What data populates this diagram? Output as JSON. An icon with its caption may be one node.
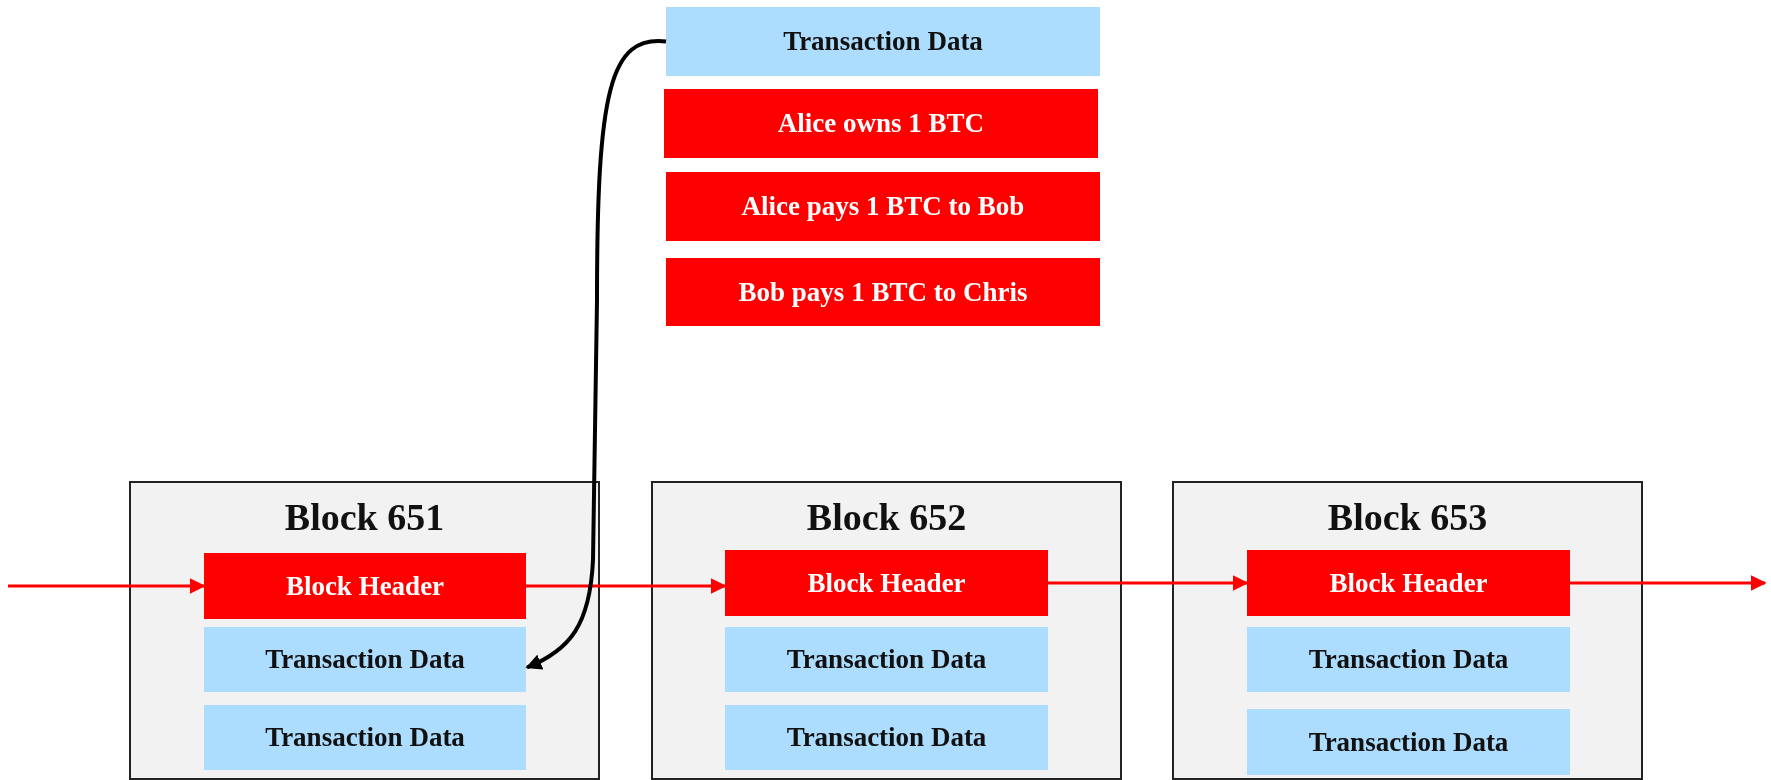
{
  "diagram": {
    "nodes": [
      {
        "text": [
          "Transaction Data"
        ]
      },
      {
        "text": [
          "Alice owns 1 BTC"
        ]
      },
      {
        "text": [
          "Alice pays 1 BTC to Bob"
        ]
      },
      {
        "text": [
          "Bob pays 1 BTC to Chris"
        ]
      },
      {
        "text": [
          "Block 651"
        ]
      },
      {
        "text": [
          "Block Header"
        ],
        "in": 4
      },
      {
        "text": [
          "Transaction Data"
        ],
        "in": 4
      },
      {
        "text": [
          "Transaction Data"
        ],
        "in": 4
      },
      {
        "text": [
          "Block 652"
        ]
      },
      {
        "text": [
          "Block Header"
        ],
        "in": 8
      },
      {
        "text": [
          "Transaction Data"
        ],
        "in": 8
      },
      {
        "text": [
          "Transaction Data"
        ],
        "in": 8
      },
      {
        "text": [
          "Block 653"
        ]
      },
      {
        "text": [
          "Block Header"
        ],
        "in": 12
      },
      {
        "text": [
          "Transaction Data"
        ],
        "in": 12
      },
      {
        "text": [
          "Transaction Data"
        ],
        "in": 12
      }
    ],
    "edges": [
      {
        "from": null,
        "to": 5,
        "arrow": "to",
        "color": "#ff0000"
      },
      {
        "from": 5,
        "to": 9,
        "arrow": "to",
        "color": "#ff0000"
      },
      {
        "from": 9,
        "to": 13,
        "arrow": "to",
        "color": "#ff0000"
      },
      {
        "from": 13,
        "to": null,
        "arrow": "to",
        "color": "#ff0000"
      },
      {
        "from": 0,
        "to": 6,
        "arrow": "to",
        "color": "#000000"
      }
    ]
  }
}
